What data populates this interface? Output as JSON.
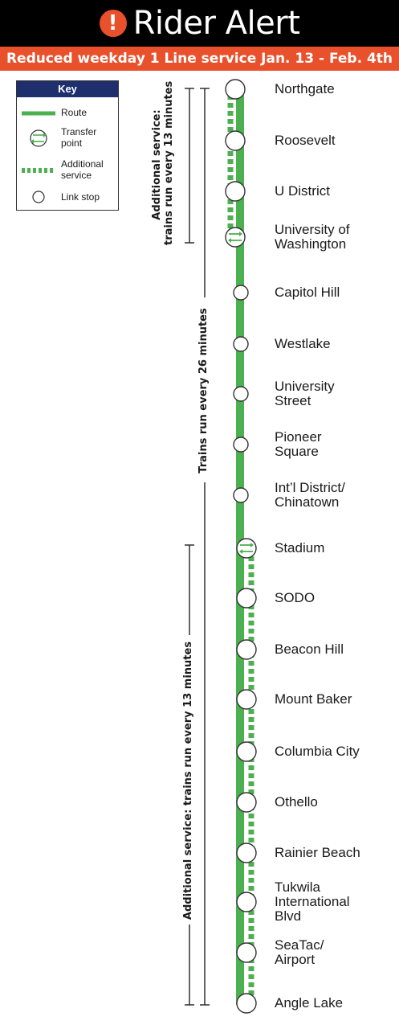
{
  "header": {
    "icon": "exclamation-icon",
    "icon_glyph": "!",
    "title": "Rider Alert",
    "accent": "#e8512b"
  },
  "banner": {
    "text": "Reduced weekday 1 Line service Jan. 13 - Feb. 4th"
  },
  "key": {
    "title": "Key",
    "route": "Route",
    "transfer_line1": "Transfer",
    "transfer_line2": "point",
    "additional_line1": "Additional",
    "additional_line2": "service",
    "link_stop": "Link stop"
  },
  "colors": {
    "route": "#4caf50",
    "key_header": "#1f2f6e"
  },
  "stations": [
    {
      "line1": "Northgate",
      "line2": "",
      "type": "stop"
    },
    {
      "line1": "Roosevelt",
      "line2": "",
      "type": "stop"
    },
    {
      "line1": "U District",
      "line2": "",
      "type": "stop"
    },
    {
      "line1": "University of",
      "line2": "Washington",
      "type": "transfer"
    },
    {
      "line1": "Capitol Hill",
      "line2": "",
      "type": "stop"
    },
    {
      "line1": "Westlake",
      "line2": "",
      "type": "stop"
    },
    {
      "line1": "University",
      "line2": "Street",
      "type": "stop"
    },
    {
      "line1": "Pioneer",
      "line2": "Square",
      "type": "stop"
    },
    {
      "line1": "Int’l District/",
      "line2": "Chinatown",
      "type": "stop"
    },
    {
      "line1": "Stadium",
      "line2": "",
      "type": "transfer"
    },
    {
      "line1": "SODO",
      "line2": "",
      "type": "stop"
    },
    {
      "line1": "Beacon Hill",
      "line2": "",
      "type": "stop"
    },
    {
      "line1": "Mount Baker",
      "line2": "",
      "type": "stop"
    },
    {
      "line1": "Columbia City",
      "line2": "",
      "type": "stop"
    },
    {
      "line1": "Othello",
      "line2": "",
      "type": "stop"
    },
    {
      "line1": "Rainier Beach",
      "line2": "",
      "type": "stop"
    },
    {
      "line1": "Tukwila",
      "line2": "International",
      "line3": "Blvd",
      "type": "stop"
    },
    {
      "line1": "SeaTac/",
      "line2": "Airport",
      "type": "stop"
    },
    {
      "line1": "Angle Lake",
      "line2": "",
      "type": "stop"
    }
  ],
  "labels": {
    "north_additional_line1": "Additional service:",
    "north_additional_line2": "trains run every 13 minutes",
    "main_service": "Trains run every 26 minutes",
    "south_additional": "Additional service: trains run every 13 minutes"
  }
}
